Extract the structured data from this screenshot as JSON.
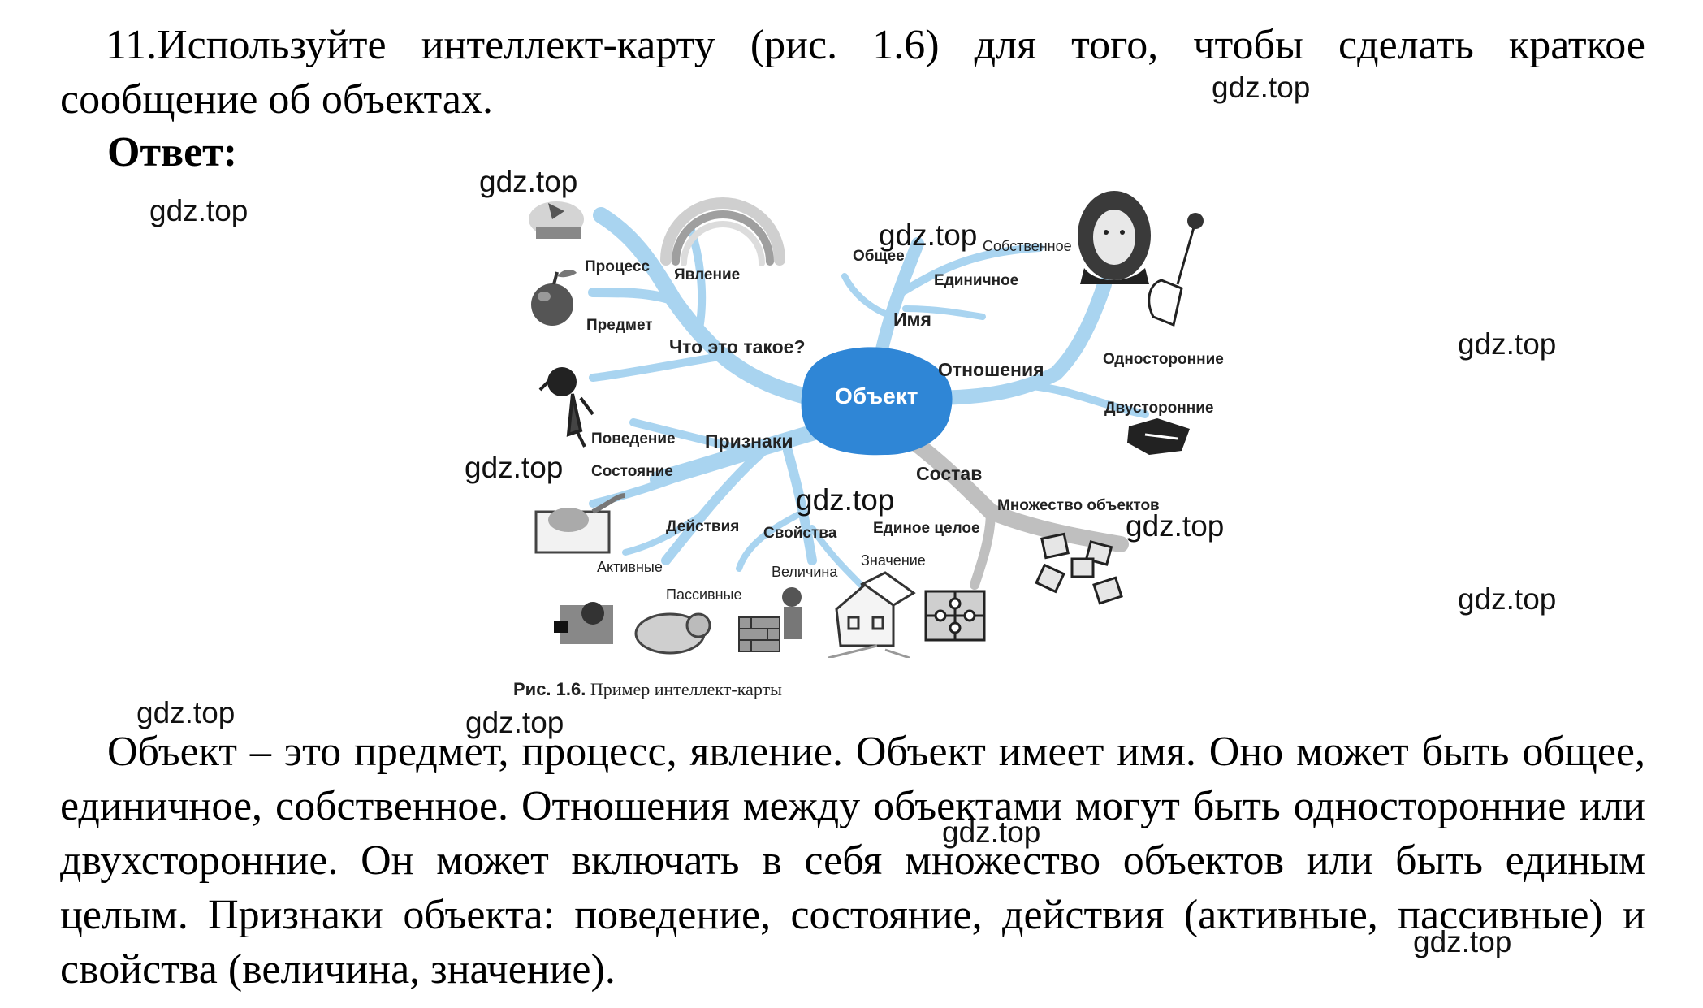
{
  "question": {
    "text": "11.Используйте интеллект-карту (рис. 1.6) для того, чтобы сделать краткое сообщение об объектах."
  },
  "answer_heading": "Ответ:",
  "figure": {
    "center": "Объект",
    "branches": {
      "what": "Что это такое?",
      "process": "Процесс",
      "phenomenon": "Явление",
      "item": "Предмет",
      "name": "Имя",
      "general": "Общее",
      "single": "Единичное",
      "proper": "Собственное",
      "relations": "Отношения",
      "oneway": "Односторонние",
      "twoway": "Двусторонние",
      "composition": "Состав",
      "manyobjects": "Множество объектов",
      "whole": "Единое целое",
      "features": "Признаки",
      "behavior": "Поведение",
      "state": "Состояние",
      "actions": "Действия",
      "properties": "Свойства",
      "active": "Активные",
      "passive": "Пассивные",
      "magnitude": "Величина",
      "value": "Значение"
    },
    "caption_num": "Рис. 1.6.",
    "caption_text": "Пример интеллект-карты"
  },
  "answer": {
    "text": "Объект – это предмет, процесс, явление. Объект имеет имя. Оно может быть общее, единичное, собственное. Отношения между объектами могут быть односторонние или двухсторонние. Он может включать в себя множество объектов или быть единым целым. Признаки объекта: поведение, состояние, действия (активные, пассивные) и свойства (величина, значение)."
  },
  "watermark": "gdz.top",
  "colors": {
    "accent_blue": "#2f86d6",
    "branch_light": "#a9d4f0",
    "branch_gray": "#bfbfbf"
  }
}
